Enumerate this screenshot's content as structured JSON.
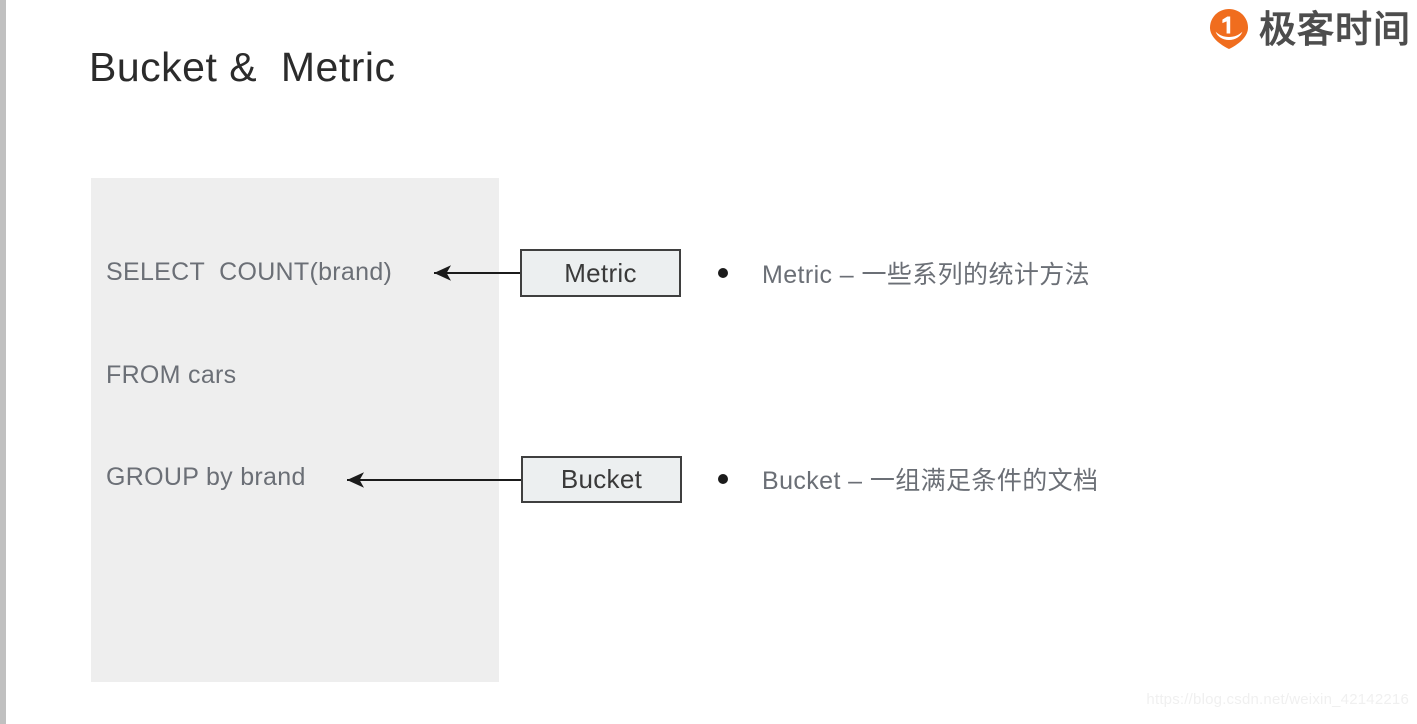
{
  "brand": {
    "logo_icon": "geektime-logo-icon",
    "logo_text": "极客时间",
    "accent_color": "#f06d1e",
    "logo_text_color": "#4d4d4d"
  },
  "slide": {
    "title": "Bucket &  Metric",
    "background_color": "#ffffff",
    "edge_strip_color": "#c0c0c0"
  },
  "sql_panel": {
    "background_color": "#eeeeee",
    "text_color": "#6b6f76",
    "lines": [
      "SELECT  COUNT(brand)",
      "FROM cars",
      "GROUP by brand"
    ]
  },
  "callouts": [
    {
      "label": "Metric",
      "border_color": "#3f3f3f",
      "fill_color": "#eceff0",
      "points_to": "SELECT  COUNT(brand)"
    },
    {
      "label": "Bucket",
      "border_color": "#3f3f3f",
      "fill_color": "#eceff0",
      "points_to": "GROUP by brand"
    }
  ],
  "bullets": [
    {
      "marker": "bullet-dot",
      "text": "Metric – 一些系列的统计方法"
    },
    {
      "marker": "bullet-dot",
      "text": "Bucket – 一组满足条件的文档"
    }
  ],
  "watermark": {
    "text": "https://blog.csdn.net/weixin_42142216",
    "color": "#f0f0f0"
  }
}
